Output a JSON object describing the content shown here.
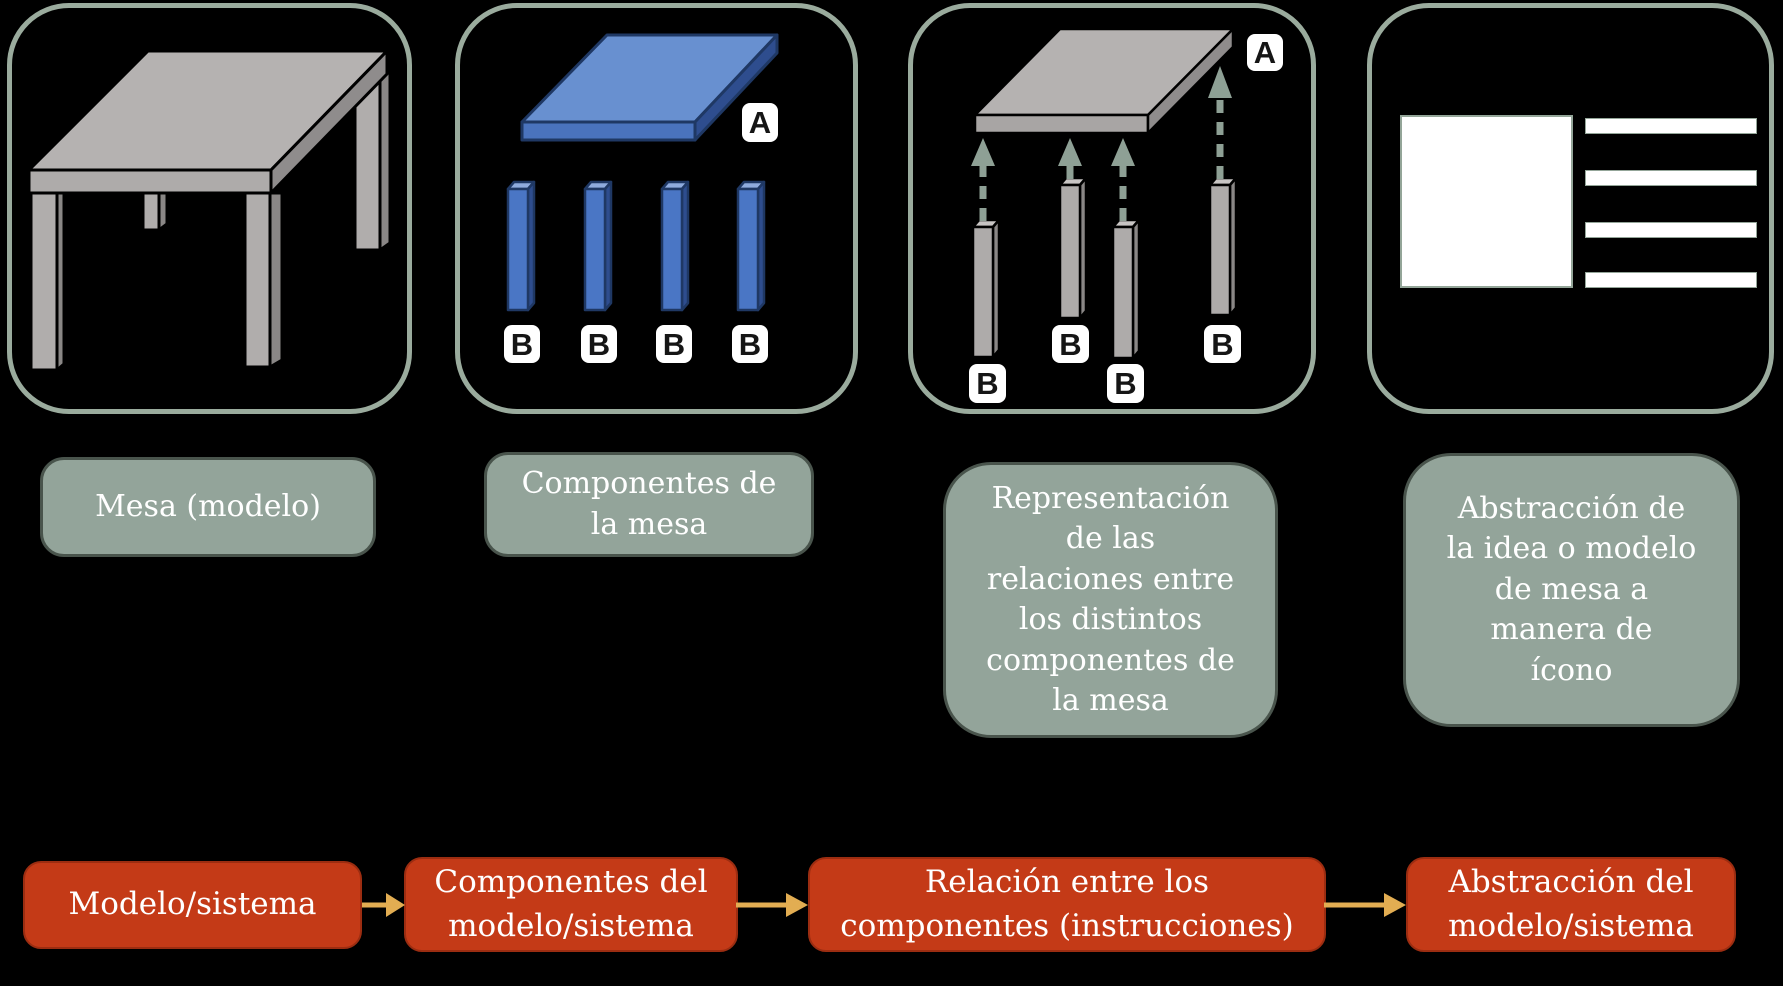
{
  "colors": {
    "background": "#000000",
    "panel_border": "#9aab9d",
    "caption_fill": "#93a49a",
    "caption_text": "#ffffff",
    "flow_box_fill": "#c43a17",
    "flow_box_text": "#ffffff",
    "flow_arrow": "#e2ad52",
    "blue_top": "#6890d0",
    "blue_front": "#4a73bd",
    "blue_side": "#2e4d8e",
    "gray_top": "#b5b2b1",
    "gray_side": "#8f8c8c",
    "dashed_arrow": "#8ea095",
    "tag_fill": "#ffffff",
    "tag_text": "#151515"
  },
  "panels": [
    {
      "id": "mesa-modelo",
      "caption": "Mesa (modelo)"
    },
    {
      "id": "componentes",
      "caption": "Componentes de\nla mesa",
      "tag_a": "A",
      "tags_b": [
        "B",
        "B",
        "B",
        "B"
      ]
    },
    {
      "id": "relaciones",
      "caption": "Representación\nde las\nrelaciones entre\nlos distintos\ncomponentes de\nla mesa",
      "tag_a": "A",
      "tags_b": [
        "B",
        "B",
        "B",
        "B"
      ]
    },
    {
      "id": "abstraccion",
      "caption": "Abstracción de\nla idea o modelo\nde mesa a\nmanera de\nícono"
    }
  ],
  "flow_steps": [
    {
      "label": "Modelo/sistema"
    },
    {
      "label": "Componentes del\nmodelo/sistema"
    },
    {
      "label": "Relación entre los\ncomponentes (instrucciones)"
    },
    {
      "label": "Abstracción del\nmodelo/sistema"
    }
  ]
}
